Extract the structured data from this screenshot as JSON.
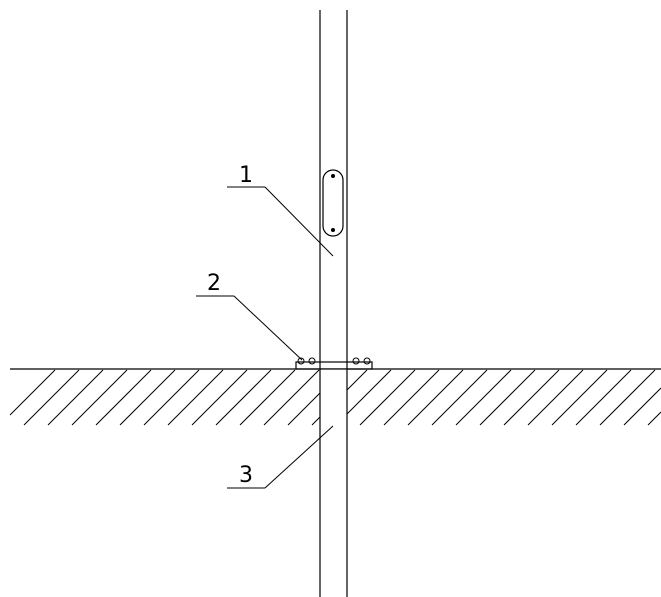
{
  "callouts": [
    {
      "id": "1",
      "text": "1"
    },
    {
      "id": "2",
      "text": "2"
    },
    {
      "id": "3",
      "text": "3"
    }
  ],
  "colors": {
    "line": "#000000",
    "background": "#ffffff"
  }
}
